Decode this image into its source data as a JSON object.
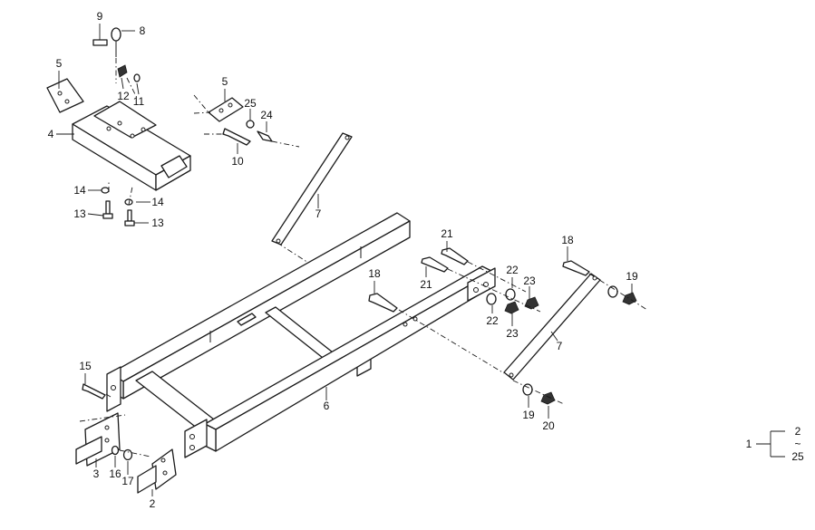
{
  "callouts": {
    "c2": "2",
    "c3": "3",
    "c4": "4",
    "c5a": "5",
    "c5b": "5",
    "c6": "6",
    "c7a": "7",
    "c7b": "7",
    "c8": "8",
    "c9": "9",
    "c10": "10",
    "c11": "11",
    "c12": "12",
    "c13a": "13",
    "c13b": "13",
    "c14a": "14",
    "c14b": "14",
    "c15": "15",
    "c16": "16",
    "c17": "17",
    "c18a": "18",
    "c18b": "18",
    "c19a": "19",
    "c19b": "19",
    "c20": "20",
    "c21a": "21",
    "c21b": "21",
    "c22a": "22",
    "c22b": "22",
    "c23a": "23",
    "c23b": "23",
    "c24": "24",
    "c25": "25"
  },
  "range_key": {
    "assembly": "1",
    "from": "2",
    "tilde": "~",
    "to": "25"
  }
}
